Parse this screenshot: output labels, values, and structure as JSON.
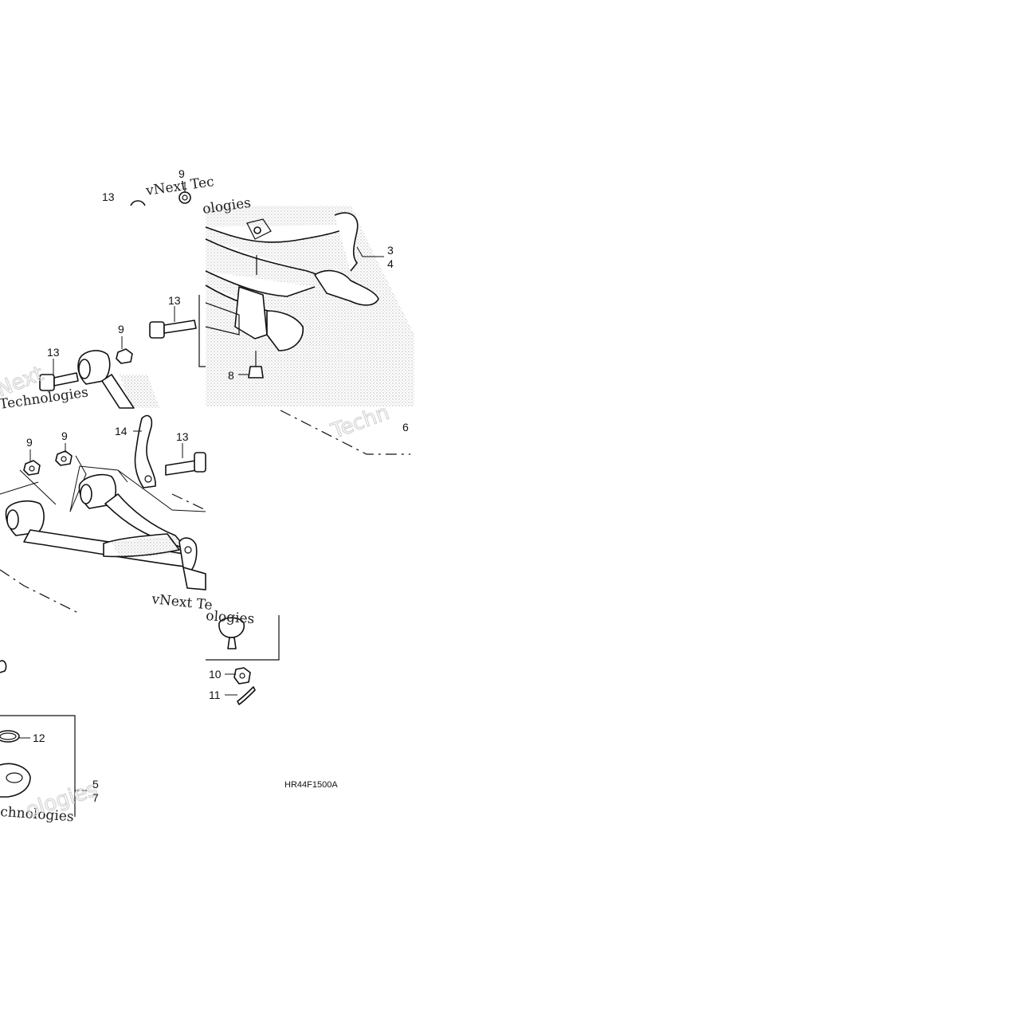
{
  "diagram": {
    "code": "HR44F1500A",
    "callouts": {
      "c3": "3",
      "c4": "4",
      "c5": "5",
      "c6": "6",
      "c7": "7",
      "c8": "8",
      "c9a": "9",
      "c9b": "9",
      "c9c": "9",
      "c9d": "9",
      "c10": "10",
      "c11": "11",
      "c12": "12",
      "c13a": "13",
      "c13b": "13",
      "c13c": "13",
      "c13d": "13",
      "c14": "14"
    },
    "watermarks": {
      "w1": "vNext Tec",
      "w2": "ologies",
      "w3": "Technologies",
      "w4": "vNext Te",
      "w5": "ologies",
      "w6": "chnologies",
      "w7": "Techn",
      "w8": "Next",
      "w9": "ologies"
    }
  }
}
